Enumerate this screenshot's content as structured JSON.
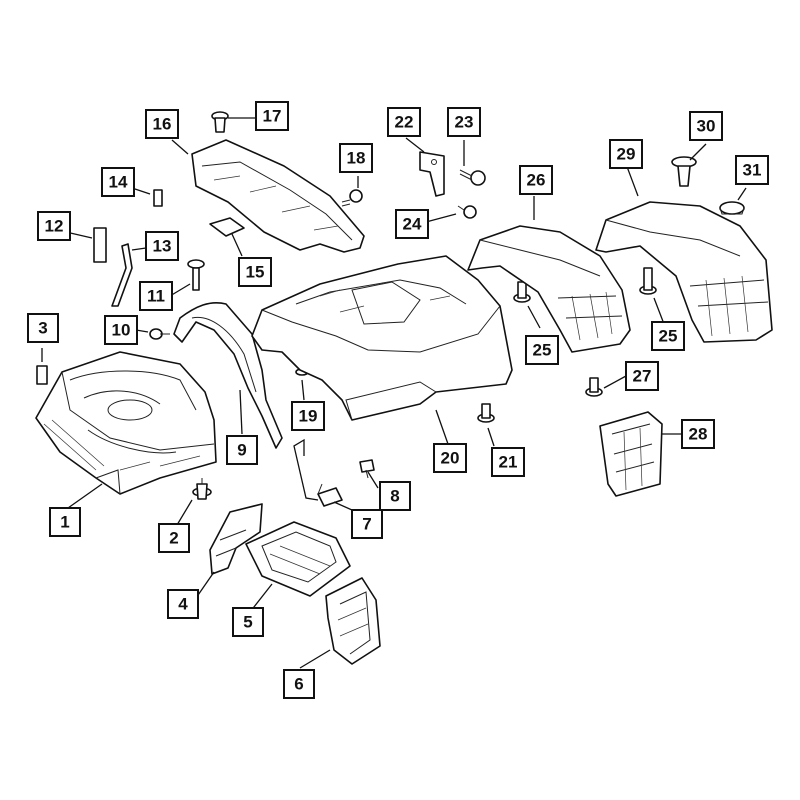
{
  "callouts": [
    {
      "id": "c1",
      "label": "1"
    },
    {
      "id": "c2",
      "label": "2"
    },
    {
      "id": "c3",
      "label": "3"
    },
    {
      "id": "c4",
      "label": "4"
    },
    {
      "id": "c5",
      "label": "5"
    },
    {
      "id": "c6",
      "label": "6"
    },
    {
      "id": "c7",
      "label": "7"
    },
    {
      "id": "c8",
      "label": "8"
    },
    {
      "id": "c9",
      "label": "9"
    },
    {
      "id": "c10",
      "label": "10"
    },
    {
      "id": "c11",
      "label": "11"
    },
    {
      "id": "c12",
      "label": "12"
    },
    {
      "id": "c13",
      "label": "13"
    },
    {
      "id": "c14",
      "label": "14"
    },
    {
      "id": "c15",
      "label": "15"
    },
    {
      "id": "c16",
      "label": "16"
    },
    {
      "id": "c17",
      "label": "17"
    },
    {
      "id": "c18",
      "label": "18"
    },
    {
      "id": "c19",
      "label": "19"
    },
    {
      "id": "c20",
      "label": "20"
    },
    {
      "id": "c21",
      "label": "21"
    },
    {
      "id": "c22",
      "label": "22"
    },
    {
      "id": "c23",
      "label": "23"
    },
    {
      "id": "c24",
      "label": "24"
    },
    {
      "id": "c25a",
      "label": "25"
    },
    {
      "id": "c25b",
      "label": "25"
    },
    {
      "id": "c26",
      "label": "26"
    },
    {
      "id": "c27",
      "label": "27"
    },
    {
      "id": "c28",
      "label": "28"
    },
    {
      "id": "c29",
      "label": "29"
    },
    {
      "id": "c30",
      "label": "30"
    },
    {
      "id": "c31",
      "label": "31"
    }
  ]
}
